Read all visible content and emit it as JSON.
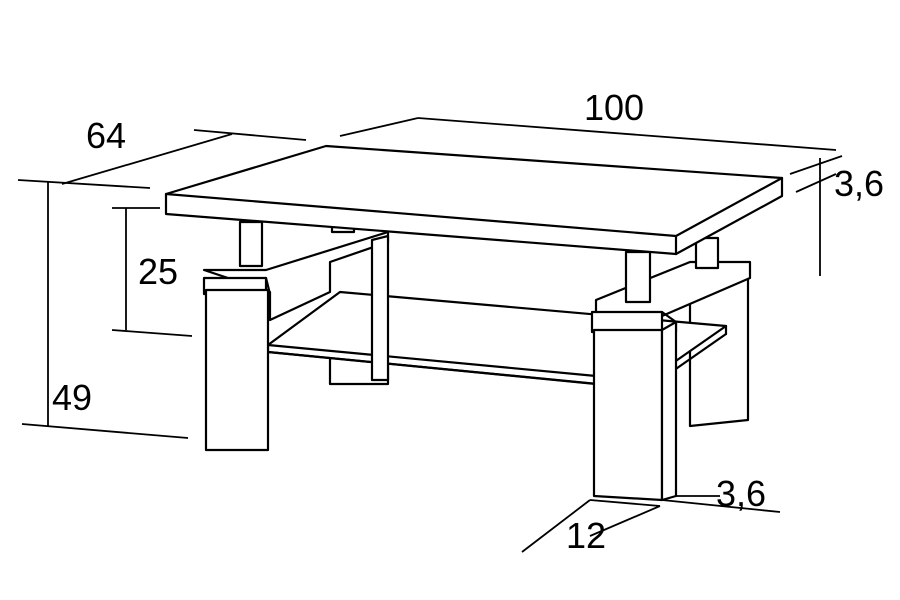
{
  "diagram": {
    "subject": "coffee table with lower shelf, dimensioned line drawing",
    "colors": {
      "line": "#000000",
      "background": "#ffffff"
    },
    "dimensions": {
      "length": "100",
      "depth": "64",
      "total_height": "49",
      "shelf_to_top": "25",
      "top_thickness": "3,6",
      "leg_thickness": "3,6",
      "leg_width": "12"
    }
  }
}
